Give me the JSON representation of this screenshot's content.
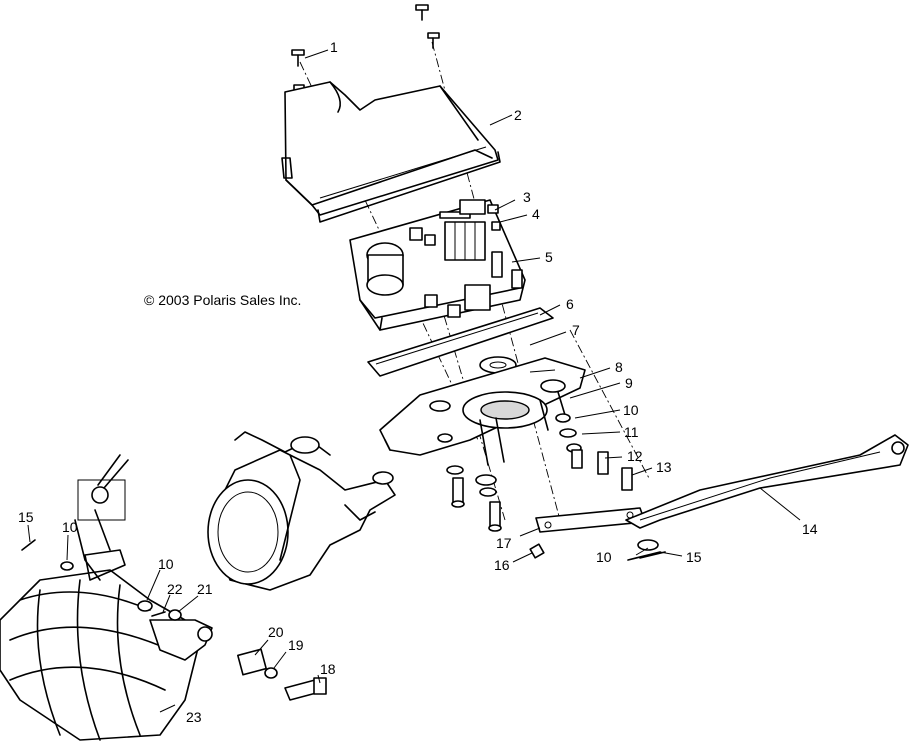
{
  "copyright": "© 2003 Polaris Sales Inc.",
  "callouts": [
    "1",
    "2",
    "3",
    "4",
    "5",
    "6",
    "7",
    "8",
    "9",
    "10",
    "11",
    "12",
    "13",
    "14",
    "10",
    "15",
    "16",
    "17",
    "15",
    "10",
    "10",
    "22",
    "21",
    "20",
    "19",
    "18",
    "23"
  ]
}
